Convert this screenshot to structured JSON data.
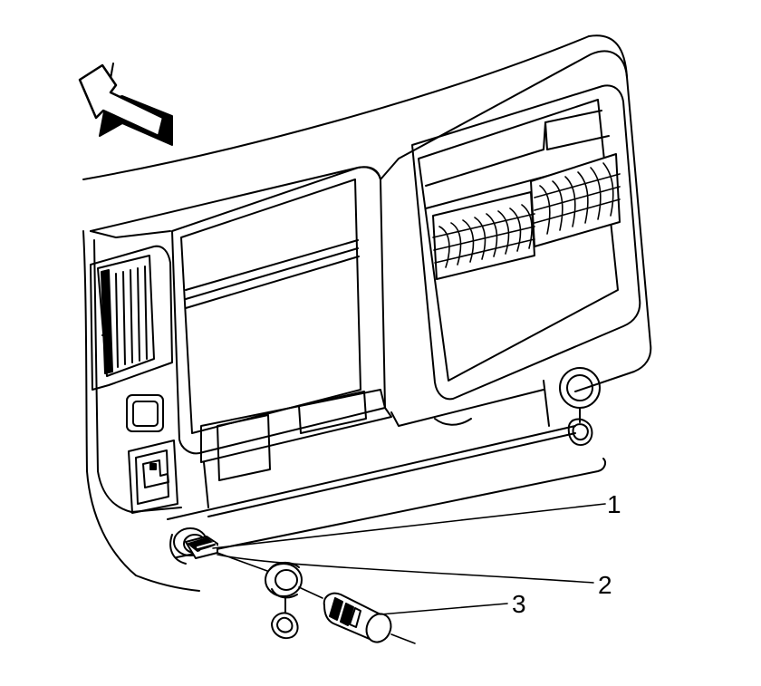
{
  "diagram": {
    "callouts": [
      {
        "id": "1",
        "label": "1"
      },
      {
        "id": "2",
        "label": "2"
      },
      {
        "id": "3",
        "label": "3"
      }
    ],
    "colors": {
      "line": "#000000",
      "background": "#ffffff"
    },
    "icons": {
      "direction_arrow": "forward-arrow-icon"
    }
  }
}
